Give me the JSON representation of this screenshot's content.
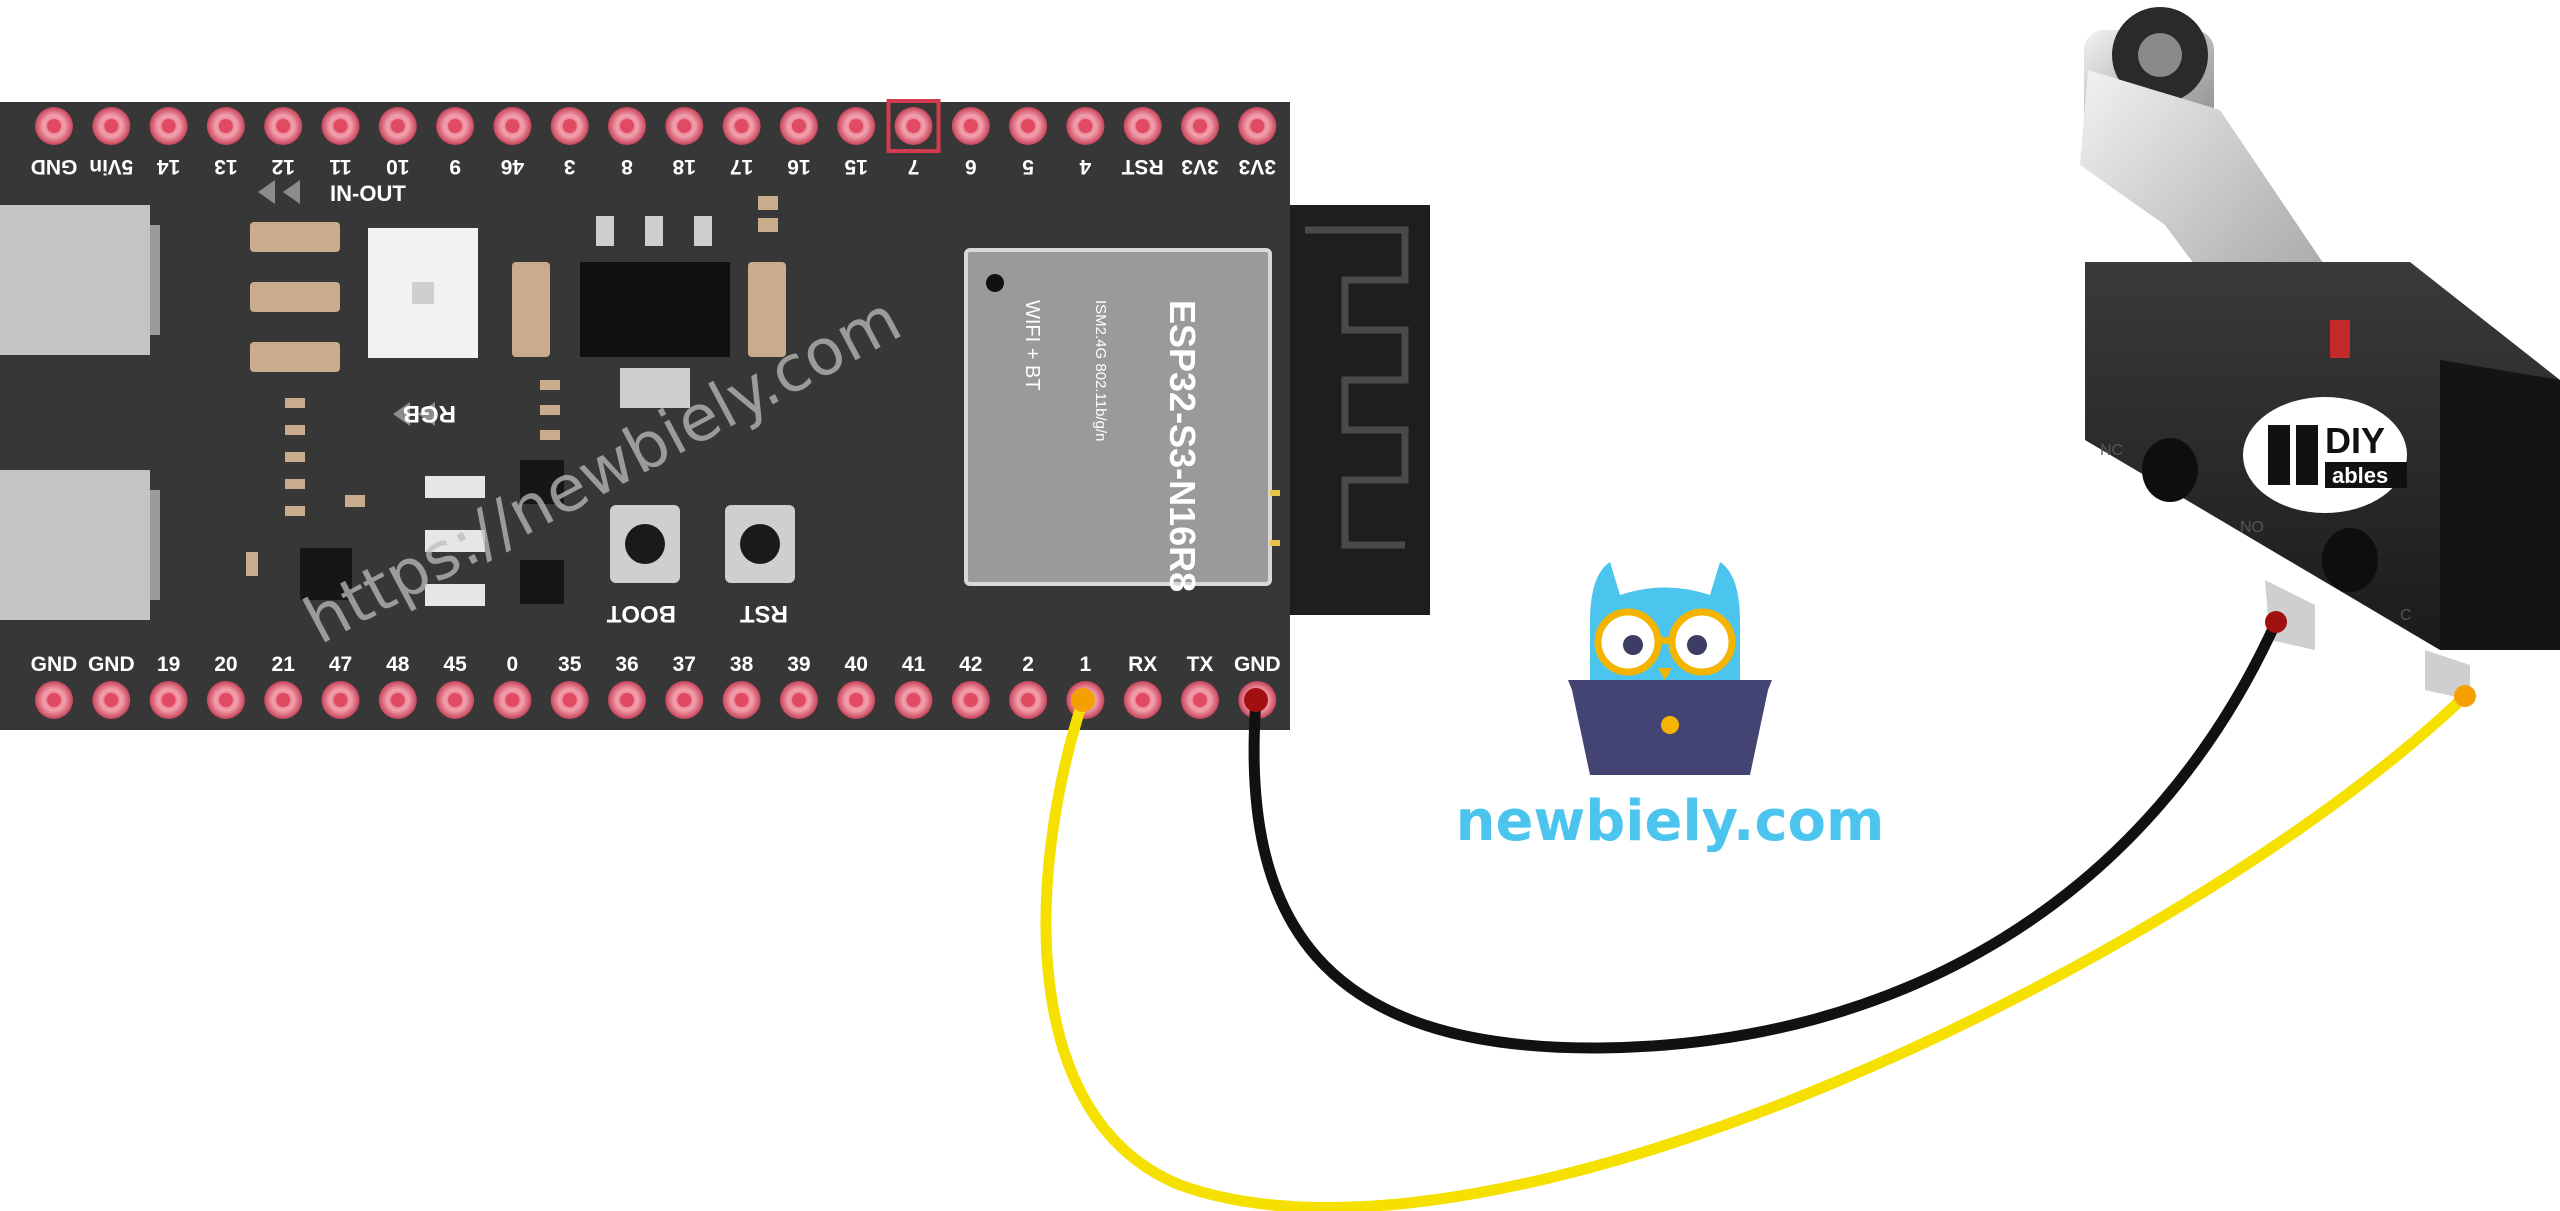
{
  "board": {
    "top_pins": [
      "GND",
      "5Vin",
      "14",
      "13",
      "12",
      "11",
      "10",
      "9",
      "46",
      "3",
      "8",
      "18",
      "17",
      "16",
      "15",
      "7",
      "6",
      "5",
      "4",
      "RST",
      "3V3",
      "3V3"
    ],
    "bottom_pins": [
      "GND",
      "GND",
      "19",
      "20",
      "21",
      "47",
      "48",
      "45",
      "0",
      "35",
      "36",
      "37",
      "38",
      "39",
      "40",
      "41",
      "42",
      "2",
      "1",
      "RX",
      "TX",
      "GND"
    ],
    "in_out_label": "IN-OUT",
    "rgb_label": "RGB",
    "boot_label": "BOOT",
    "rst_label": "RST",
    "module_name": "ESP32-S3-N16R8",
    "module_spec": "ISM2.4G 802.11b/g/n",
    "module_wireless": "WIFI + BT",
    "highlighted_pin": "7"
  },
  "watermark": "https://newbiely.com",
  "brand": {
    "text": "newbiely.com"
  },
  "switch_logo": {
    "line1": "DIY",
    "line2": "ables"
  },
  "switch_terminals": {
    "nc": "NC",
    "no": "NO",
    "c": "C"
  },
  "wires": [
    {
      "color": "#f5e000",
      "from": "1",
      "to": "switch-c"
    },
    {
      "color": "#111111",
      "from": "GND",
      "to": "switch-no"
    }
  ]
}
